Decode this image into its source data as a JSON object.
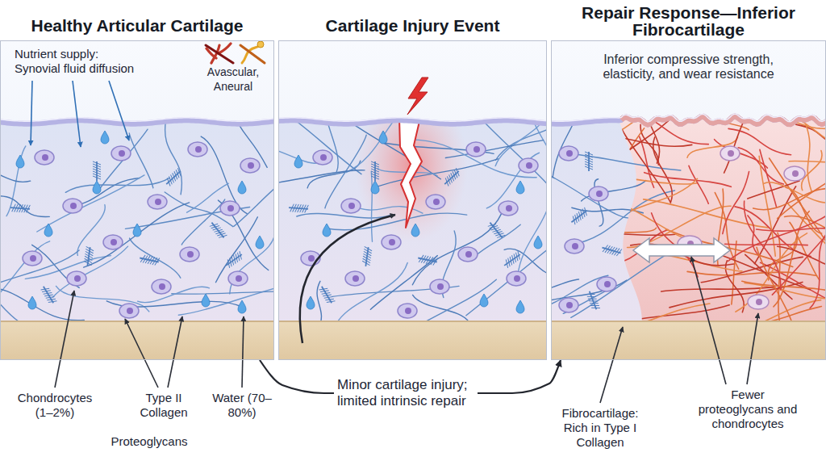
{
  "diagram": {
    "nodes": [
      {
        "text": [
          "Healthy Articular Cartilage"
        ]
      },
      {
        "text": [
          "Cartilage Injury Event"
        ]
      },
      {
        "text": [
          "Repair Response—Inferior Fibrocartilage",
          "Inferior compressive strength, elasticity, and wear resistance"
        ]
      }
    ],
    "edges": [
      {
        "from": 0,
        "to": 2,
        "label": "Minor cartilage injury; limited intrinsic repair",
        "arrow": "to"
      }
    ],
    "labels": [
      "Nutrient supply: Synovial fluid diffusion",
      "Avascular, Aneural",
      "Chondrocytes (1–2%)",
      "Type II Collagen",
      "Water (70–80%)",
      "Proteoglycans",
      "Fibrocartilage: Rich in Type I Collagen",
      "Fewer proteoglycans and chondrocytes"
    ]
  }
}
